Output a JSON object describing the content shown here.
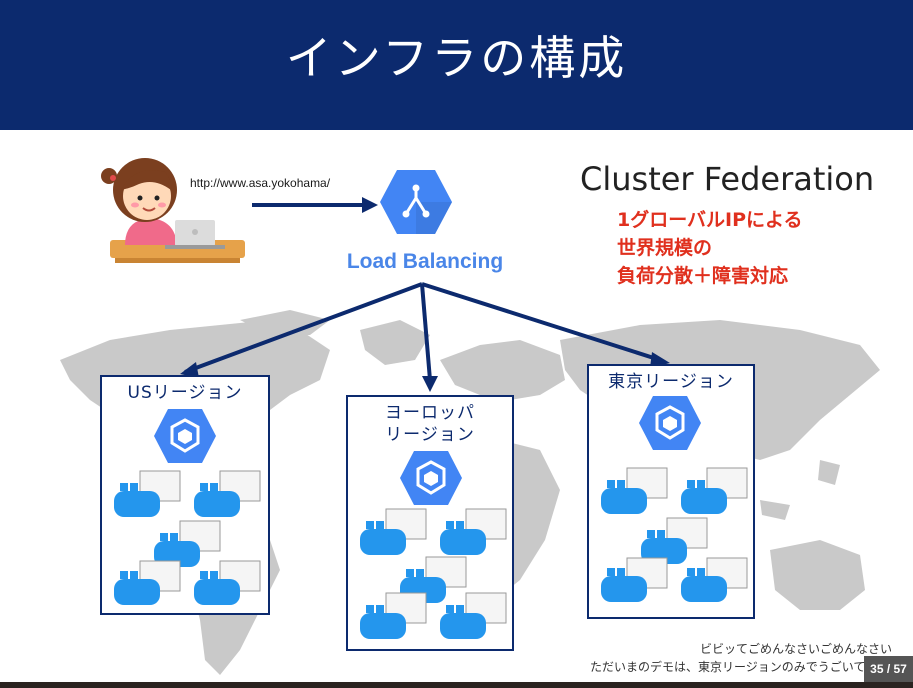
{
  "slide": {
    "title": "インフラの構成",
    "url_text": "http://www.asa.yokohama/",
    "load_balancer_label": "Load Balancing",
    "federation": {
      "title": "Cluster Federation",
      "lines": [
        "1グローバルIPによる",
        "世界規模の",
        "負荷分散＋障害対応"
      ]
    },
    "regions": [
      {
        "label_lines": [
          "USリージョン"
        ]
      },
      {
        "label_lines": [
          "ヨーロッパ",
          "リージョン"
        ]
      },
      {
        "label_lines": [
          "東京リージョン"
        ]
      }
    ],
    "notes": {
      "line1": "ビビッてごめんなさいごめんなさい",
      "line2": "ただいまのデモは、東京リージョンのみでうごいて"
    }
  },
  "pager": "35 / 57",
  "colors": {
    "header": "#0c2a6e",
    "accent_blue": "#4a86e8",
    "hex_blue": "#4285f4",
    "red_text": "#e0301e",
    "map_gray": "#c9c9c9",
    "docker_blue": "#2496ed"
  },
  "icons": [
    "person-with-laptop-illustration",
    "load-balancing-icon",
    "kubernetes-engine-icon",
    "docker-whale-icon",
    "world-map"
  ]
}
